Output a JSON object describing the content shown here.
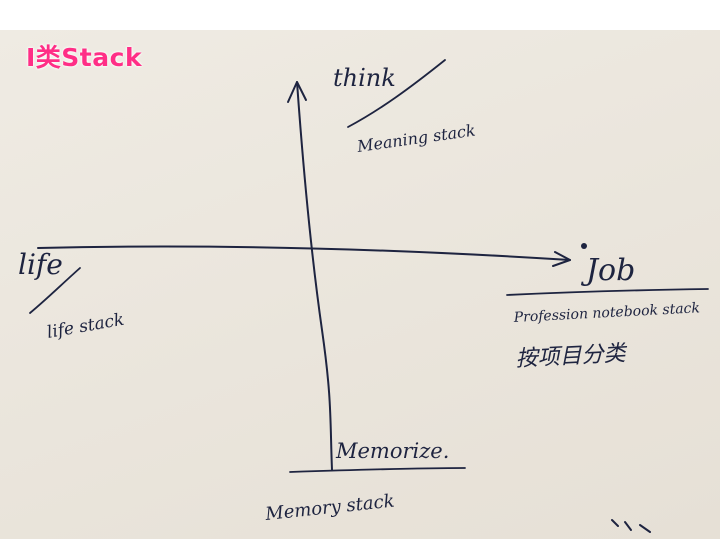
{
  "banner": {
    "title": "I类Stack"
  },
  "axes": {
    "top": "think",
    "left": "life",
    "right": "Job",
    "bottom": "Memorize."
  },
  "labels": {
    "meaning_stack": "Meaning stack",
    "life_stack": "life stack",
    "profession_stack": "Profession notebook stack",
    "profession_sub": "按项目分类",
    "memory_stack": "Memory stack"
  },
  "colors": {
    "ink": "#1e2440",
    "banner": "#ff2e86",
    "paper": "#ece7de"
  }
}
